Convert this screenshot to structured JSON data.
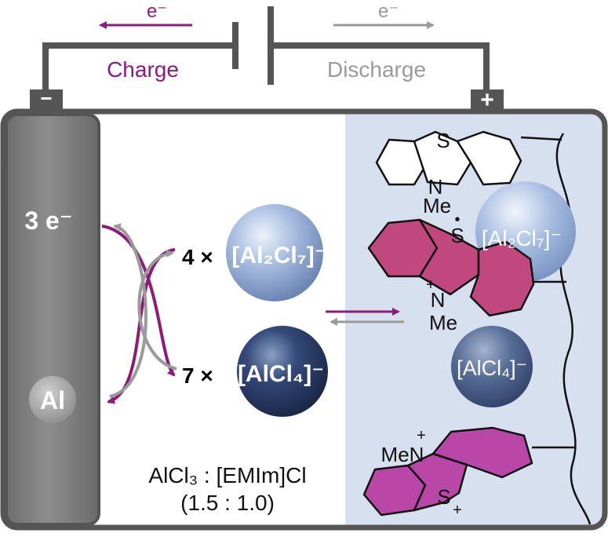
{
  "circuit": {
    "charge_label": "Charge",
    "discharge_label": "Discharge",
    "electron_left": "e⁻",
    "electron_right": "e⁻",
    "neg_terminal": "−",
    "pos_terminal": "+"
  },
  "anode": {
    "electrons_label": "3 e⁻",
    "metal_label": "Al"
  },
  "electrolyte": {
    "species_top": {
      "count": "4 ×",
      "formula": "[Al₂Cl₇]⁻"
    },
    "species_bottom": {
      "count": "7 ×",
      "formula": "[AlCl₄]⁻"
    },
    "composition": "AlCl₃ : [EMIm]Cl",
    "ratio": "(1.5 : 1.0)"
  },
  "cathode": {
    "top_molecule": {
      "heteroatom_s": "S",
      "heteroatom_n": "N",
      "substituent": "Me"
    },
    "middle_molecule": {
      "heteroatom_s": "S",
      "radical_dot": "•",
      "heteroatom_n": "N",
      "n_charge": "+",
      "substituent": "Me"
    },
    "bottom_molecule": {
      "n_group": "MeN",
      "n_charge": "+",
      "heteroatom_s": "S",
      "s_charge": "+"
    },
    "anion_big": "[Al₂Cl₇]⁻",
    "anion_small": "[AlCl₄]⁻"
  },
  "colors": {
    "charge": "#8e1a7a",
    "discharge": "#9a9a9a",
    "wire": "#555555",
    "cathode_bg": "#d7e0ee",
    "oxidized_fill": "#c0487f",
    "doubly_oxidized_fill": "#b847a8"
  }
}
